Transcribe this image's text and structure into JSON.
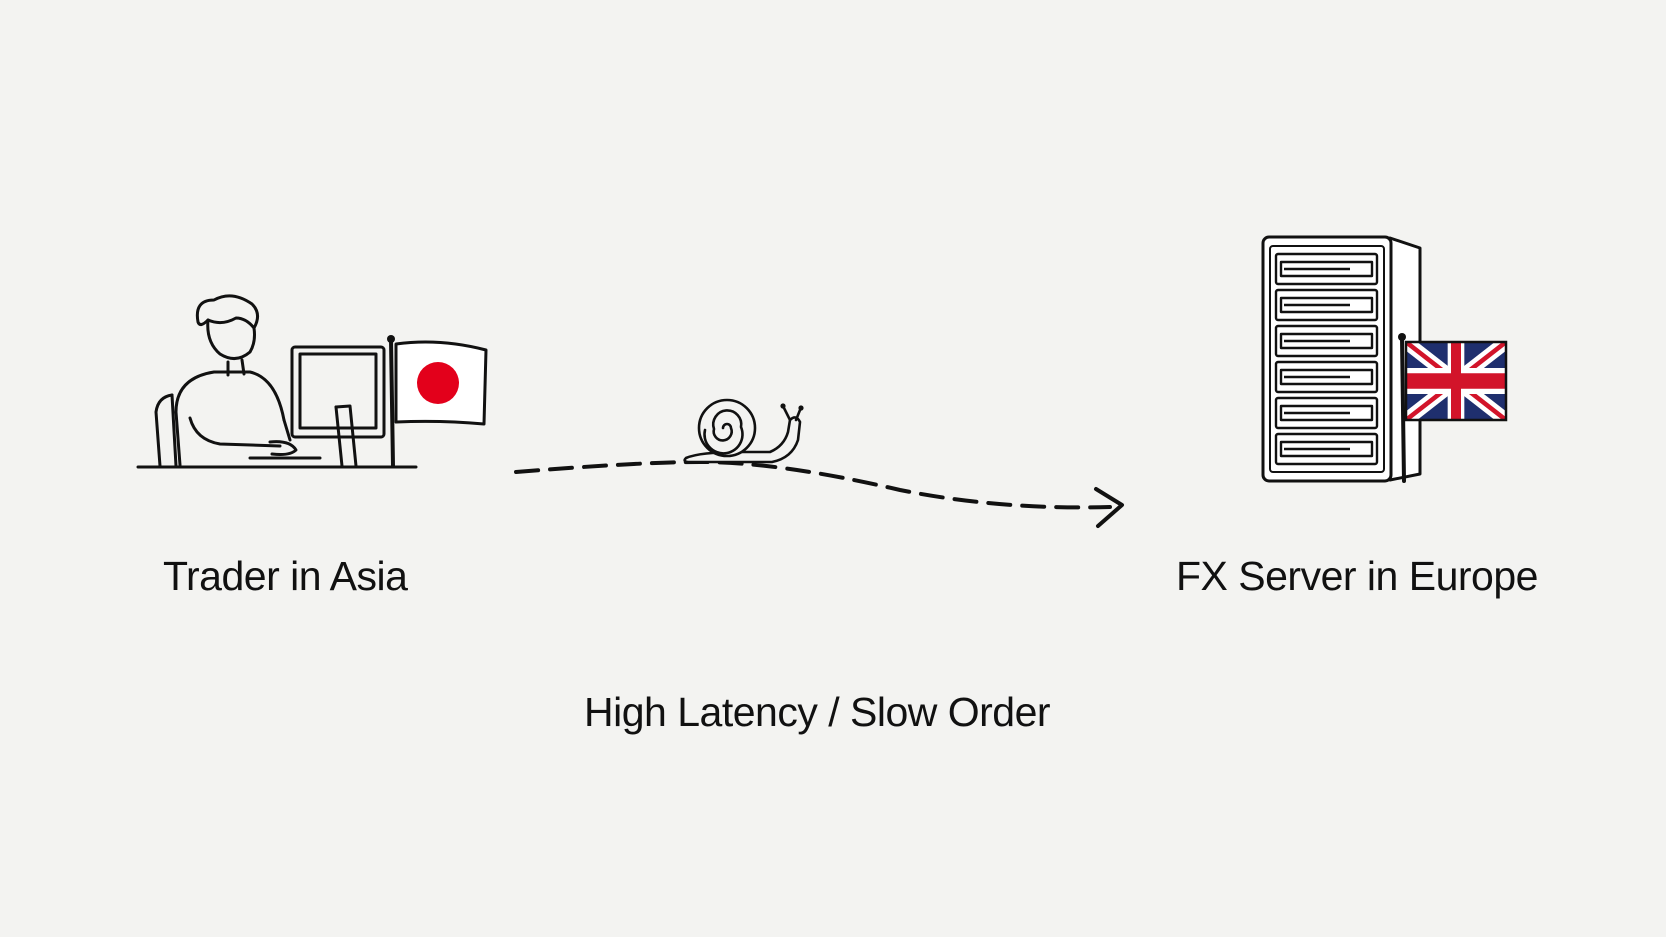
{
  "nodes": {
    "trader": {
      "label": "Trader in Asia",
      "icon": "trader-at-desk-icon",
      "flag": "japan-flag-icon"
    },
    "server": {
      "label": "FX Server in Europe",
      "icon": "server-rack-icon",
      "flag": "uk-flag-icon"
    }
  },
  "connection": {
    "label": "High Latency / Slow Order",
    "icon": "snail-icon",
    "style": "dashed-arrow"
  },
  "colors": {
    "background": "#f3f3f1",
    "ink": "#111111",
    "japan_red": "#e3001b",
    "uk_blue": "#1f2f6e",
    "uk_red": "#d2142a"
  }
}
